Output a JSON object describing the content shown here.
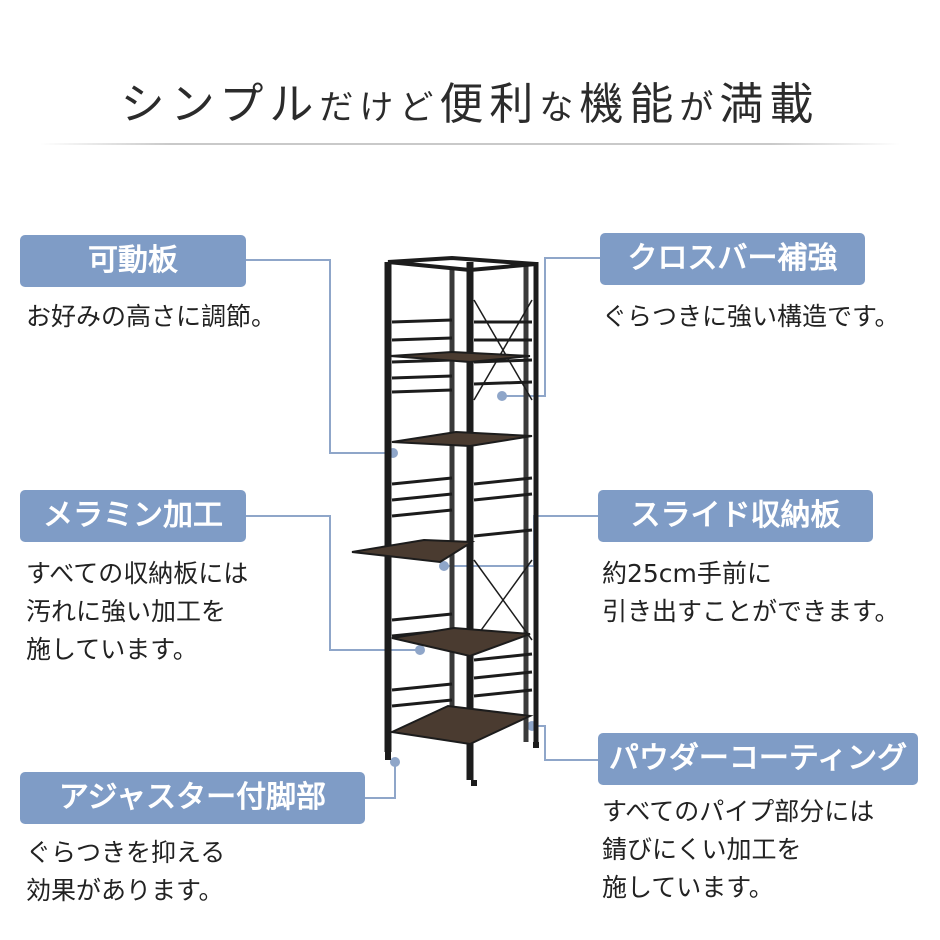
{
  "title": {
    "part1": "シンプル",
    "part2": "だけど",
    "part3": "便利",
    "part4": "な",
    "part5": "機能",
    "part6": "が",
    "part7": "満載"
  },
  "features": {
    "adjustable_shelf": {
      "label": "可動板",
      "desc": [
        "お好みの高さに調節。"
      ]
    },
    "melamine": {
      "label": "メラミン加工",
      "desc": [
        "すべての収納板には",
        "汚れに強い加工を",
        "施しています。"
      ]
    },
    "adjuster": {
      "label": "アジャスター付脚部",
      "desc": [
        "ぐらつきを抑える",
        "効果があります。"
      ]
    },
    "crossbar": {
      "label": "クロスバー補強",
      "desc": [
        "ぐらつきに強い構造です。"
      ]
    },
    "slide_shelf": {
      "label": "スライド収納板",
      "desc": [
        "約25cm手前に",
        "引き出すことができます。"
      ]
    },
    "powder_coating": {
      "label": "パウダーコーティング",
      "desc": [
        "すべてのパイプ部分には",
        "錆びにくい加工を",
        "施しています。"
      ]
    }
  },
  "colors": {
    "label_bg": "#7f9cc6",
    "leader": "#8fa6c9",
    "frame": "#1c1c1c",
    "wood": "#4a3b30"
  }
}
